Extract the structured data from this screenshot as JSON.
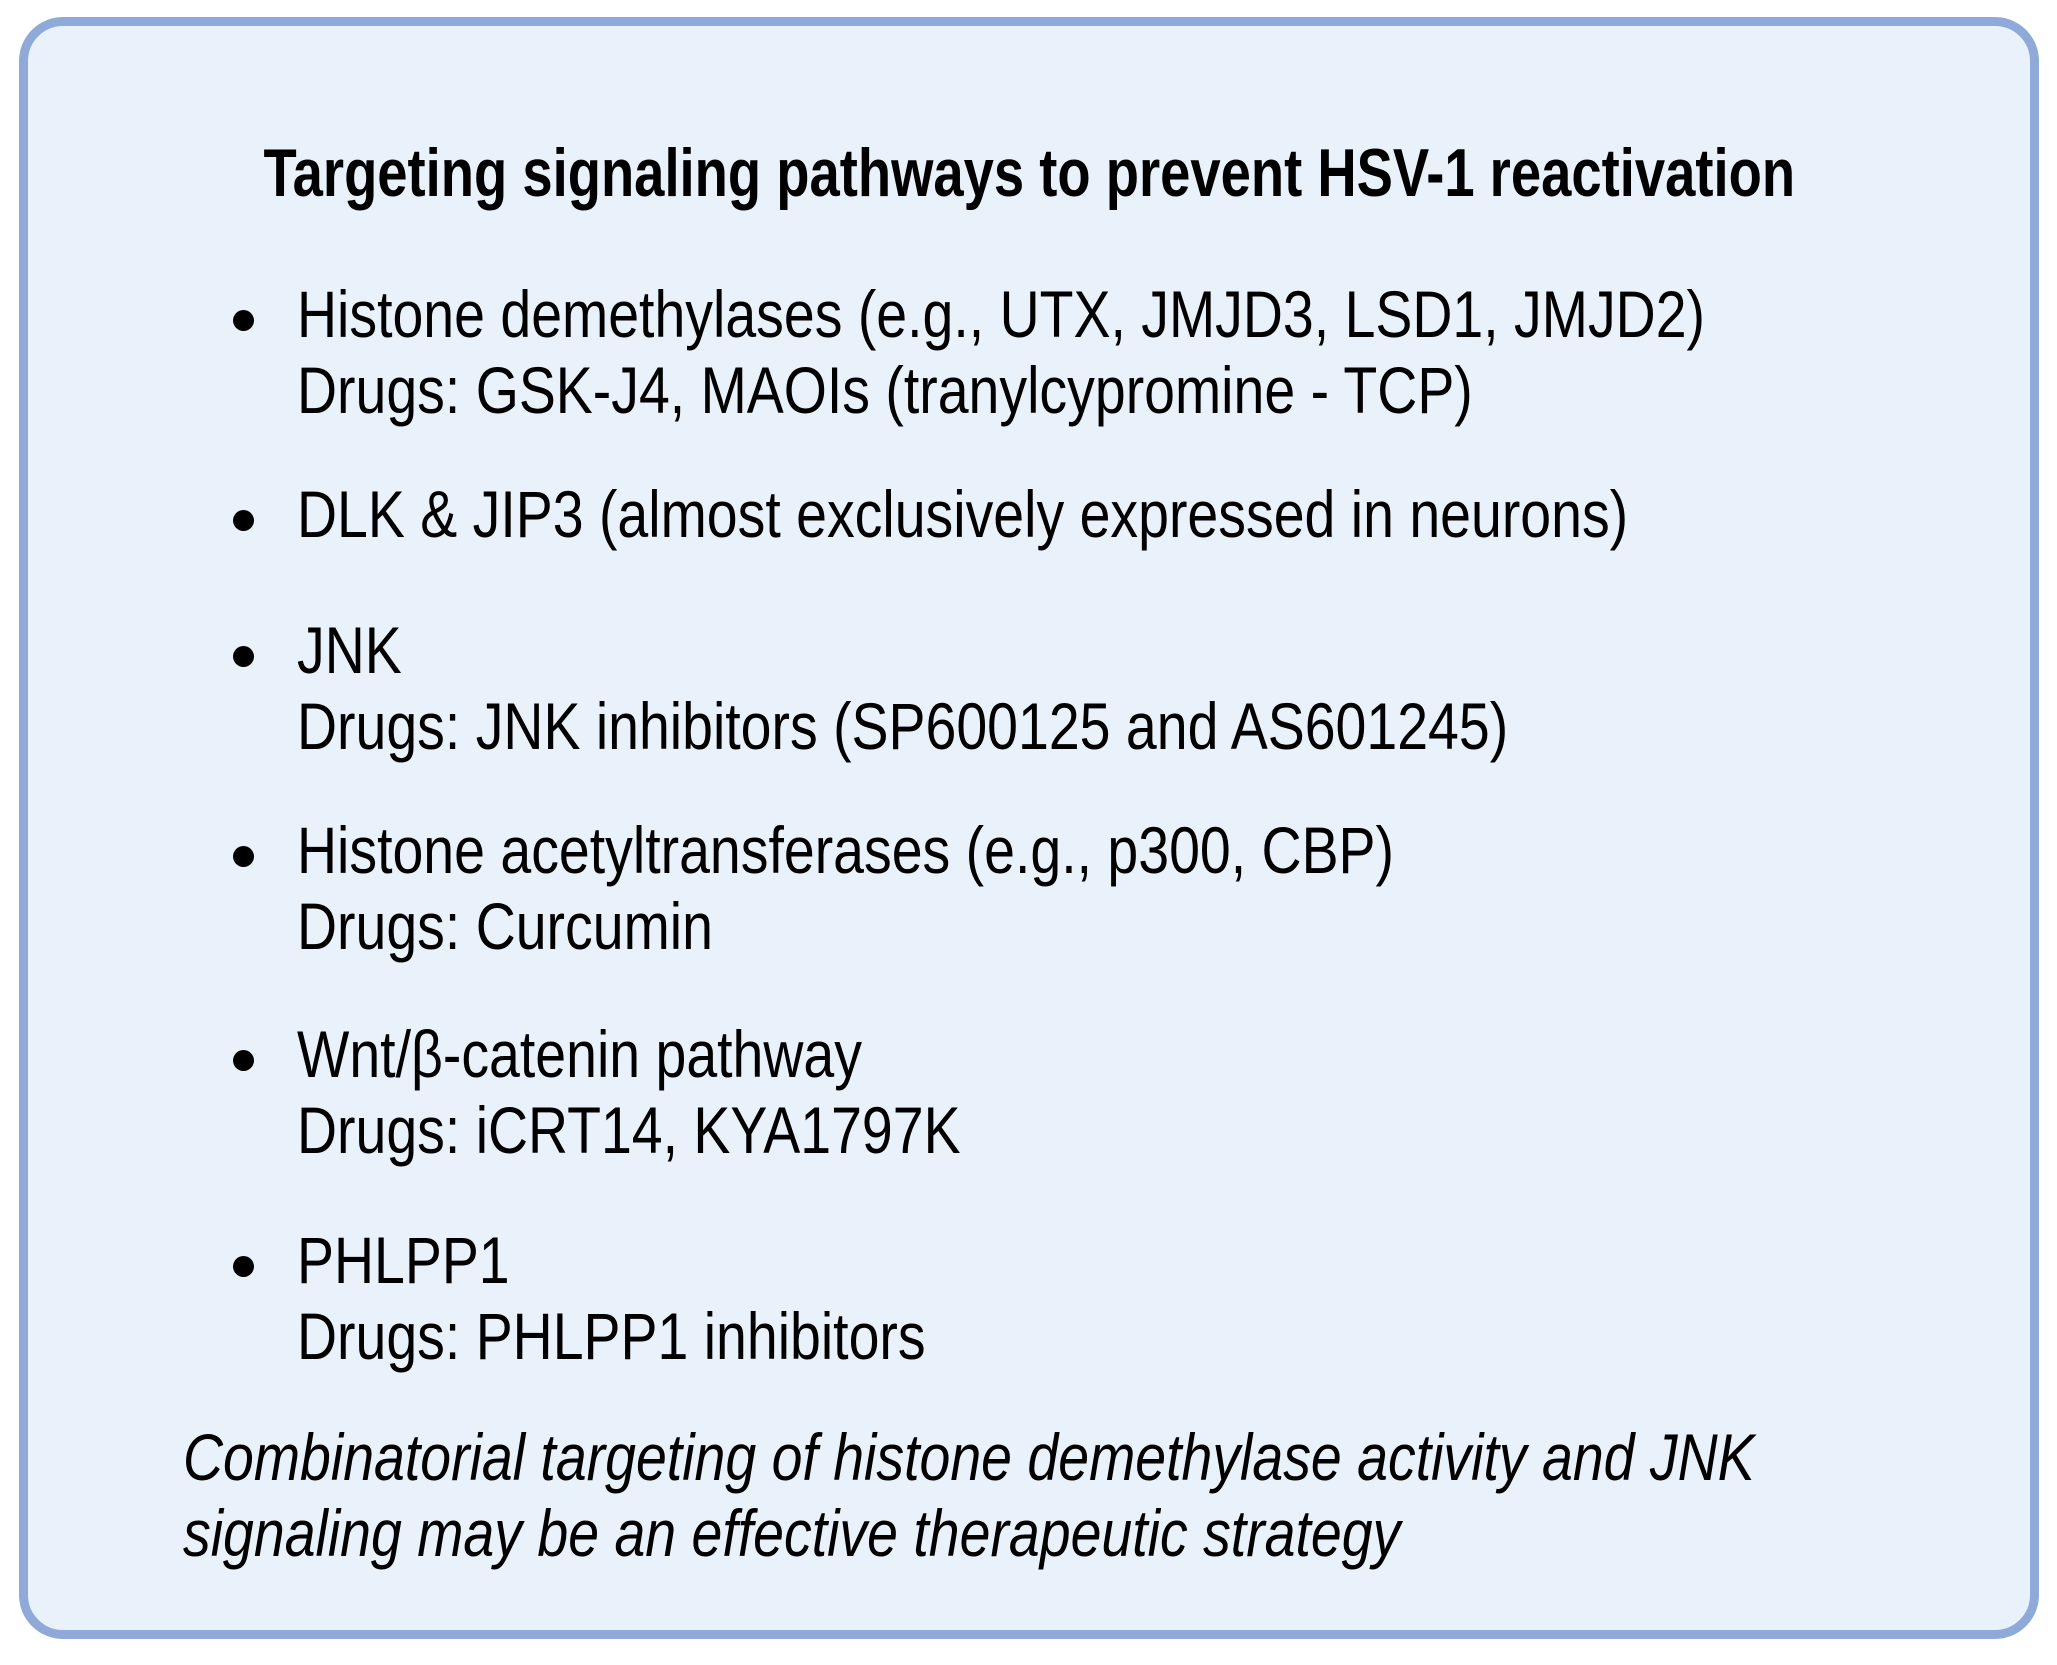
{
  "panel": {
    "title": "Targeting signaling pathways to prevent HSV-1 reactivation",
    "bullets": [
      {
        "pathway": "Histone demethylases (e.g., UTX, JMJD3, LSD1, JMJD2)",
        "drugs": "Drugs: GSK-J4, MAOIs (tranylcypromine - TCP)"
      },
      {
        "pathway": "DLK & JIP3 (almost exclusively expressed in neurons)",
        "drugs": ""
      },
      {
        "pathway": "JNK",
        "drugs": "Drugs: JNK inhibitors (SP600125 and AS601245)"
      },
      {
        "pathway": "Histone acetyltransferases (e.g., p300, CBP)",
        "drugs": "Drugs: Curcumin"
      },
      {
        "pathway": "Wnt/β-catenin pathway",
        "drugs": "Drugs: iCRT14, KYA1797K"
      },
      {
        "pathway": "PHLPP1",
        "drugs": "Drugs: PHLPP1 inhibitors"
      }
    ],
    "conclusion_lines": [
      "Combinatorial targeting of histone demethylase activity and JNK",
      "signaling may be an effective therapeutic strategy"
    ]
  },
  "colors": {
    "background": "#ffffff",
    "panel_fill": "#e9f1fb",
    "panel_border": "#8faad8",
    "text": "#000000"
  }
}
